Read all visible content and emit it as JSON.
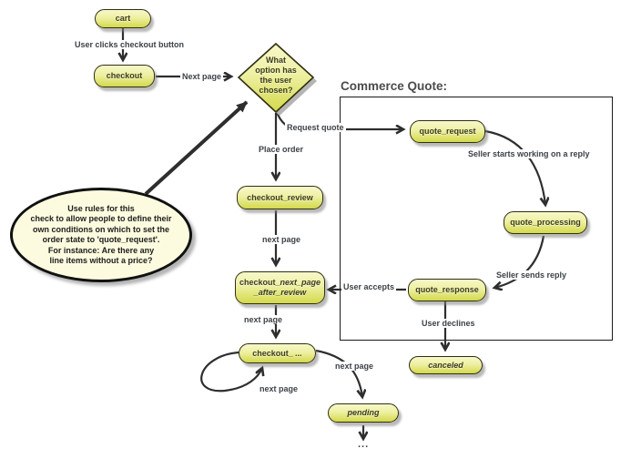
{
  "group": {
    "title": "Commerce Quote:"
  },
  "nodes": {
    "cart": {
      "label": "cart"
    },
    "checkout": {
      "label": "checkout"
    },
    "checkout_review": {
      "label": "checkout_review"
    },
    "checkout_next_page_after_review": {
      "part1": "checkout_",
      "part2": "next_page",
      "part3": "_after_review"
    },
    "checkout_dots": {
      "part1": "checkout_",
      "part2": " ..."
    },
    "pending": {
      "label": "pending"
    },
    "canceled": {
      "label": "canceled"
    },
    "quote_request": {
      "label": "quote_request"
    },
    "quote_processing": {
      "label": "quote_processing"
    },
    "quote_response": {
      "label": "quote_response"
    }
  },
  "decision": {
    "line1": "What",
    "line2": "option has",
    "line3": "the user",
    "line4": "chosen?"
  },
  "note": {
    "line1": "Use rules for this",
    "line2": "check to allow people to define their",
    "line3": "own conditions on which to set the",
    "line4": "order state to 'quote_request'.",
    "line5": "For instance: Are there any",
    "line6": "line items without a price?"
  },
  "labels": {
    "user_clicks_checkout": "User clicks checkout button",
    "next_page_top": "Next page",
    "request_quote": "Request quote",
    "place_order": "Place order",
    "next_page_review": "next page",
    "user_accepts": "User accepts",
    "next_page_after_review": "next page",
    "next_page_loop": "next page",
    "next_page_to_pending": "next page",
    "seller_starts": "Seller starts working on a reply",
    "seller_sends": "Seller sends reply",
    "user_declines": "User declines",
    "ellipsis": "..."
  },
  "colors": {
    "node_top": "#f7f8ca",
    "node_mid": "#eef0a2",
    "node_bottom": "#d3d94b",
    "node_border": "#2f2f12",
    "node_text": "#3c3c20",
    "arrow": "#2e2e2e",
    "label_text": "#3c4248",
    "title_text": "#4c4c4c",
    "note_fill": "#fcfbdf",
    "note_border": "#111111",
    "box_border": "#1a1a1a",
    "background": "#ffffff"
  }
}
